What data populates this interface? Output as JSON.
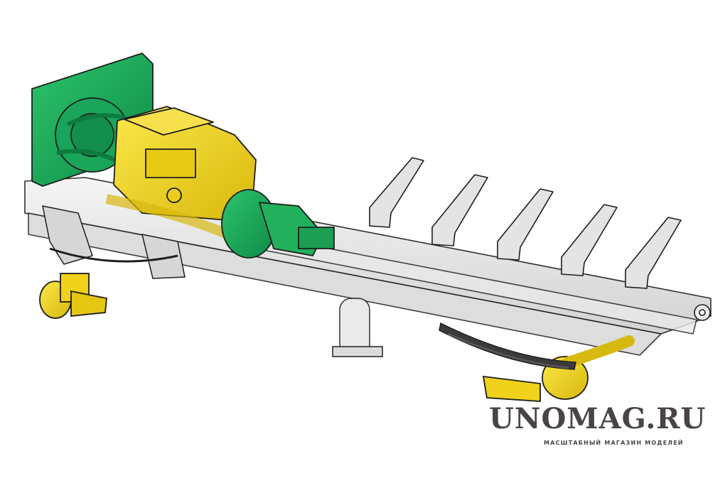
{
  "watermark": {
    "title": "UNOMAG.RU",
    "subtitle": "МАСШТАБНЫЙ МАГАЗИН МОДЕЛЕЙ",
    "color": "#4a4446"
  },
  "colors": {
    "frame": "#e6e6e6",
    "outline": "#1e1e1e",
    "engine": "#f2d713",
    "radiator": "#16a45a",
    "transmission": "#22b05c",
    "axle": "#f0d21a"
  },
  "parts": [
    "radiator",
    "engine",
    "transmission",
    "chassis-frame",
    "cross-supports",
    "front-axle",
    "rear-axle",
    "leaf-spring",
    "fuel-tank"
  ]
}
